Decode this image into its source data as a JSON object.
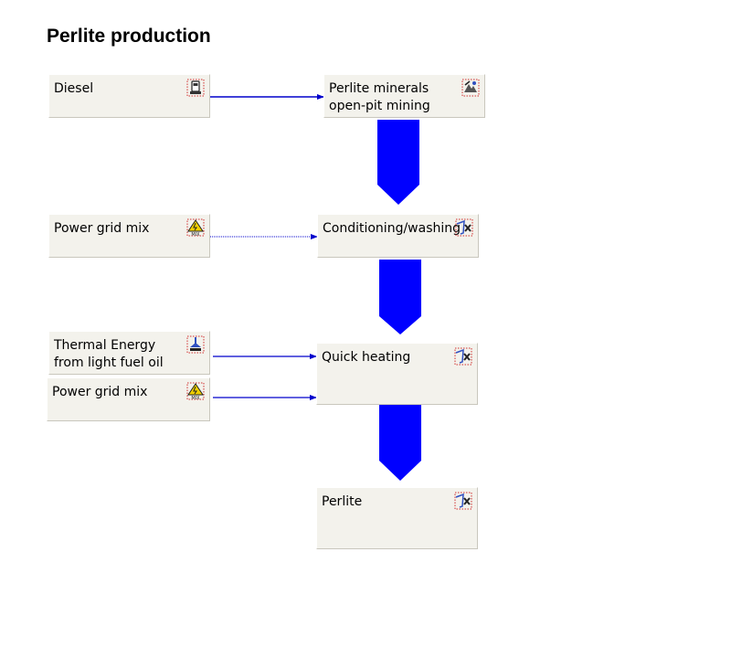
{
  "title": "Perlite production",
  "colors": {
    "box_fill": "#f3f2ec",
    "flow": "#0000ff",
    "arrow": "#0000cc"
  },
  "nodes": {
    "diesel": {
      "label": "Diesel",
      "icon": "fuel-pump-icon"
    },
    "perlite_minerals": {
      "label": "Perlite minerals\nopen-pit mining",
      "icon": "mining-icon"
    },
    "power_grid_1": {
      "label": "Power grid mix",
      "icon": "mix-warning-icon"
    },
    "conditioning": {
      "label": "Conditioning/washing",
      "icon": "process-icon"
    },
    "thermal_energy": {
      "label": "Thermal Energy\nfrom light fuel oil",
      "icon": "thermal-energy-icon"
    },
    "power_grid_2": {
      "label": "Power grid mix",
      "icon": "mix-warning-icon"
    },
    "quick_heating": {
      "label": "Quick heating",
      "icon": "process-icon"
    },
    "perlite": {
      "label": "Perlite",
      "icon": "process-icon"
    }
  }
}
